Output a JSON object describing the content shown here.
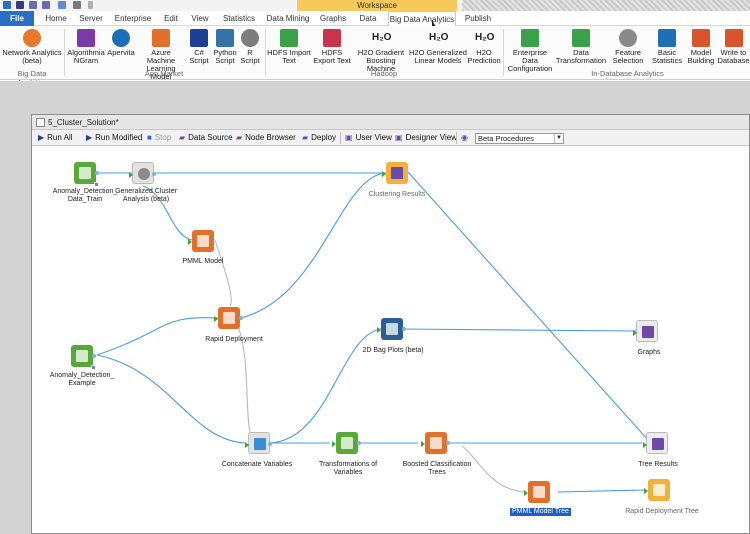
{
  "titlebar": {
    "workspace_label": "Workspace",
    "quick_access": [
      "app-icon",
      "save-icon",
      "undo-icon",
      "redo-icon",
      "refresh-icon",
      "print-icon",
      "dropdown-icon"
    ]
  },
  "menu": {
    "tabs": [
      {
        "label": "File"
      },
      {
        "label": "Home"
      },
      {
        "label": "Server"
      },
      {
        "label": "Enterprise"
      },
      {
        "label": "Edit"
      },
      {
        "label": "View"
      },
      {
        "label": "Statistics"
      },
      {
        "label": "Data Mining"
      },
      {
        "label": "Graphs"
      },
      {
        "label": "Data"
      },
      {
        "label": "Big Data Analytics"
      },
      {
        "label": "Publish"
      }
    ],
    "active": "Big Data Analytics"
  },
  "ribbon": {
    "buttons": [
      {
        "label": "Network Analytics (beta)",
        "icon": "network-icon",
        "color": "#e8762c"
      },
      {
        "label": "Algorithmia NGram",
        "icon": "algorithmia-icon",
        "color": "#7a3aa8"
      },
      {
        "label": "Apervita",
        "icon": "apervita-icon",
        "color": "#1f6fb6"
      },
      {
        "label": "Azure Machine Learning Model",
        "icon": "azure-flask-icon",
        "color": "#e2702a"
      },
      {
        "label": "C# Script",
        "icon": "csharp-icon",
        "color": "#1c3f92"
      },
      {
        "label": "Python Script",
        "icon": "python-icon",
        "color": "#3572a5"
      },
      {
        "label": "R Script",
        "icon": "r-icon",
        "color": "#7d7d7d"
      },
      {
        "label": "HDFS Import Text",
        "icon": "hdfs-import-icon",
        "color": "#3aa04a"
      },
      {
        "label": "HDFS Export Text",
        "icon": "hdfs-export-icon",
        "color": "#c8344a"
      },
      {
        "label": "H2O Gradient Boosting Machine",
        "icon": "h2o-icon",
        "color": "#222222"
      },
      {
        "label": "H2O Generalized Linear Models",
        "icon": "h2o-icon",
        "color": "#222222"
      },
      {
        "label": "H2O Prediction",
        "icon": "h2o-icon",
        "color": "#222222"
      },
      {
        "label": "Enterprise Data Configuration",
        "icon": "enterprise-data-icon",
        "color": "#3aa04a"
      },
      {
        "label": "Data Transformation",
        "icon": "data-transformation-icon",
        "color": "#3aa04a"
      },
      {
        "label": "Feature Selection",
        "icon": "feature-selection-icon",
        "color": "#8a8a8a"
      },
      {
        "label": "Basic Statistics",
        "icon": "basic-statistics-icon",
        "color": "#1f6fb6"
      },
      {
        "label": "Model Building",
        "icon": "model-building-icon",
        "color": "#d9542b"
      },
      {
        "label": "Write to Database",
        "icon": "write-database-icon",
        "color": "#d9542b"
      }
    ],
    "groups": [
      {
        "label": "Big Data Analytics"
      },
      {
        "label": "App Market"
      },
      {
        "label": "Hadoop"
      },
      {
        "label": "In-Database Analytics"
      }
    ]
  },
  "window": {
    "title": "5_Cluster_Solution*",
    "toolbar": {
      "run_all": "Run All",
      "run_modified": "Run Modified",
      "stop": "Stop",
      "data_source": "Data Source",
      "node_browser": "Node Browser",
      "deploy": "Deploy",
      "user_view": "User View",
      "designer_view": "Designer View",
      "procedures_select": "Beta Procedures"
    }
  },
  "nodes": [
    {
      "id": "n1",
      "label": "Anomaly_Detection_ Data_Train",
      "type": "data",
      "color": "#59a83a"
    },
    {
      "id": "n2",
      "label": "Generalized Cluster Analysis (beta)",
      "type": "analysis",
      "color": "#d9d9d9"
    },
    {
      "id": "n3",
      "label": "Clustering Results",
      "type": "results",
      "color": "#f3b13b"
    },
    {
      "id": "n4",
      "label": "PMML Model",
      "type": "pmml",
      "color": "#e2702a"
    },
    {
      "id": "n5",
      "label": "Rapid Deployment",
      "type": "deploy",
      "color": "#e2702a"
    },
    {
      "id": "n6",
      "label": "Anomaly_Detection_ Example",
      "type": "data",
      "color": "#59a83a"
    },
    {
      "id": "n7",
      "label": "2D Bag Plots (beta)",
      "type": "plot",
      "color": "#2b5f8f"
    },
    {
      "id": "n8",
      "label": "Graphs",
      "type": "results",
      "color": "#6b4aa8"
    },
    {
      "id": "n9",
      "label": "Concatenate Variables",
      "type": "transform",
      "color": "#d9d9d9"
    },
    {
      "id": "n10",
      "label": "Transformations of Variables",
      "type": "transform",
      "color": "#59a83a"
    },
    {
      "id": "n11",
      "label": "Boosted Classification Trees",
      "type": "model",
      "color": "#e2702a"
    },
    {
      "id": "n12",
      "label": "Tree Results",
      "type": "results",
      "color": "#6b4aa8"
    },
    {
      "id": "n13",
      "label": "PMML Model Tree",
      "type": "pmml",
      "color": "#e2702a"
    },
    {
      "id": "n14",
      "label": "Rapid Deployment Tree",
      "type": "deploy",
      "color": "#f3b13b"
    }
  ],
  "colors": {
    "edge": "#4a9be0",
    "edge_gray": "#b7b7b7",
    "selected_label_bg": "#1f5fbf",
    "file_tab": "#2a6fc5",
    "workspace_tab": "#f7c95a"
  }
}
